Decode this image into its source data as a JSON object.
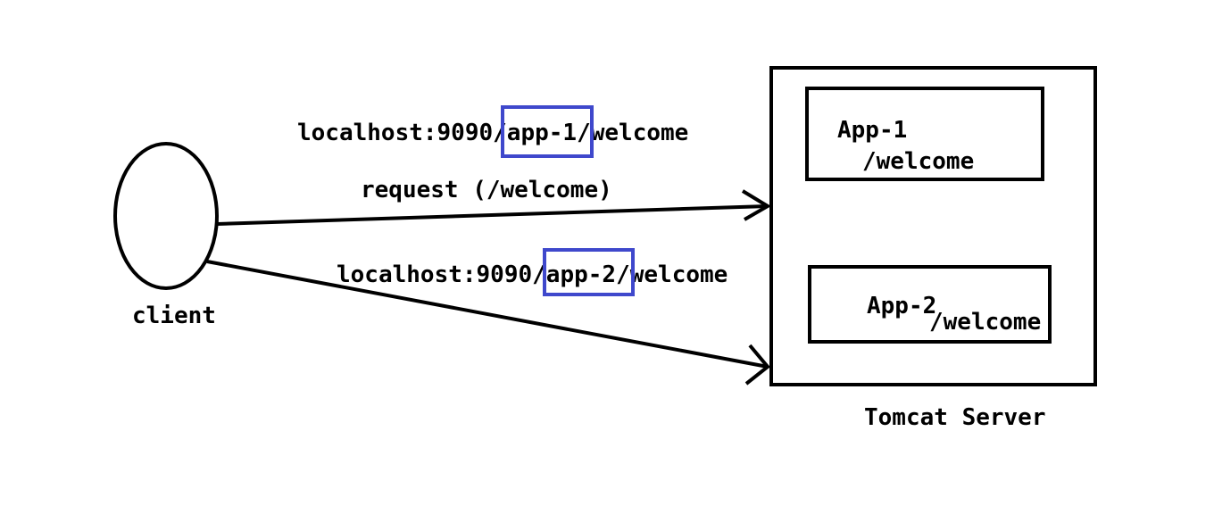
{
  "client": {
    "label": "client"
  },
  "request": {
    "label": "request (/welcome)"
  },
  "url1": {
    "prefix": "localhost:9090",
    "highlight": "/app-1/",
    "suffix": "welcome"
  },
  "url2": {
    "prefix": "localhost:9090",
    "highlight": "/app-2/",
    "suffix": "welcome"
  },
  "server": {
    "label": "Tomcat Server",
    "apps": [
      {
        "name": "App-1",
        "path": "/welcome"
      },
      {
        "name": "App-2",
        "path": "/welcome"
      }
    ]
  },
  "colors": {
    "highlight": "#3f48cc",
    "stroke": "#000000"
  }
}
